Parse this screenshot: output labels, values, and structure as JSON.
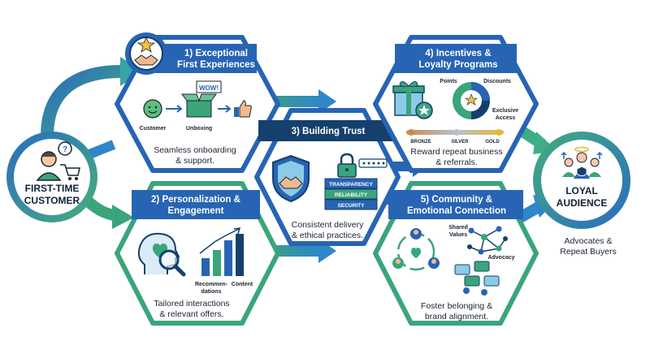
{
  "start": {
    "line1": "FIRST-TIME",
    "line2": "CUSTOMER"
  },
  "end": {
    "line1": "LOYAL",
    "line2": "AUDIENCE",
    "caption1": "Advocates &",
    "caption2": "Repeat Buyers"
  },
  "stages": [
    {
      "title1": "1) Exceptional",
      "title2": "First Experiences",
      "icon_labels": [
        "Customer",
        "Unboxing"
      ],
      "wow": "WOW!",
      "caption1": "Seamless onboarding",
      "caption2": "& support."
    },
    {
      "title1": "2) Personalization &",
      "title2": "Engagement",
      "icon_labels": [
        "Recommen-",
        "dations",
        "Content"
      ],
      "caption1": "Tailored interactions",
      "caption2": "& relevant offers."
    },
    {
      "title1": "3) Building Trust",
      "title2": "",
      "stack": [
        "TRANSPARENCY",
        "RELIABILITY",
        "SECURITY"
      ],
      "caption1": "Consistent delivery",
      "caption2": "& ethical practices."
    },
    {
      "title1": "4) Incentives &",
      "title2": "Loyalty Programs",
      "icon_labels": [
        "Points",
        "Discounts",
        "Exclusive",
        "Access"
      ],
      "tiers": [
        "BRONZE",
        "SILVER",
        "GOLD"
      ],
      "caption1": "Reward repeat business",
      "caption2": "& referrals."
    },
    {
      "title1": "5) Community &",
      "title2": "Emotional Connection",
      "icon_labels": [
        "Shared",
        "Values",
        "Advocacy"
      ],
      "caption1": "Foster belonging &",
      "caption2": "brand alignment."
    }
  ],
  "colors": {
    "blue": "#2764b4",
    "green": "#3aa57a",
    "teal": "#3aa3a8",
    "navy": "#15406e"
  }
}
